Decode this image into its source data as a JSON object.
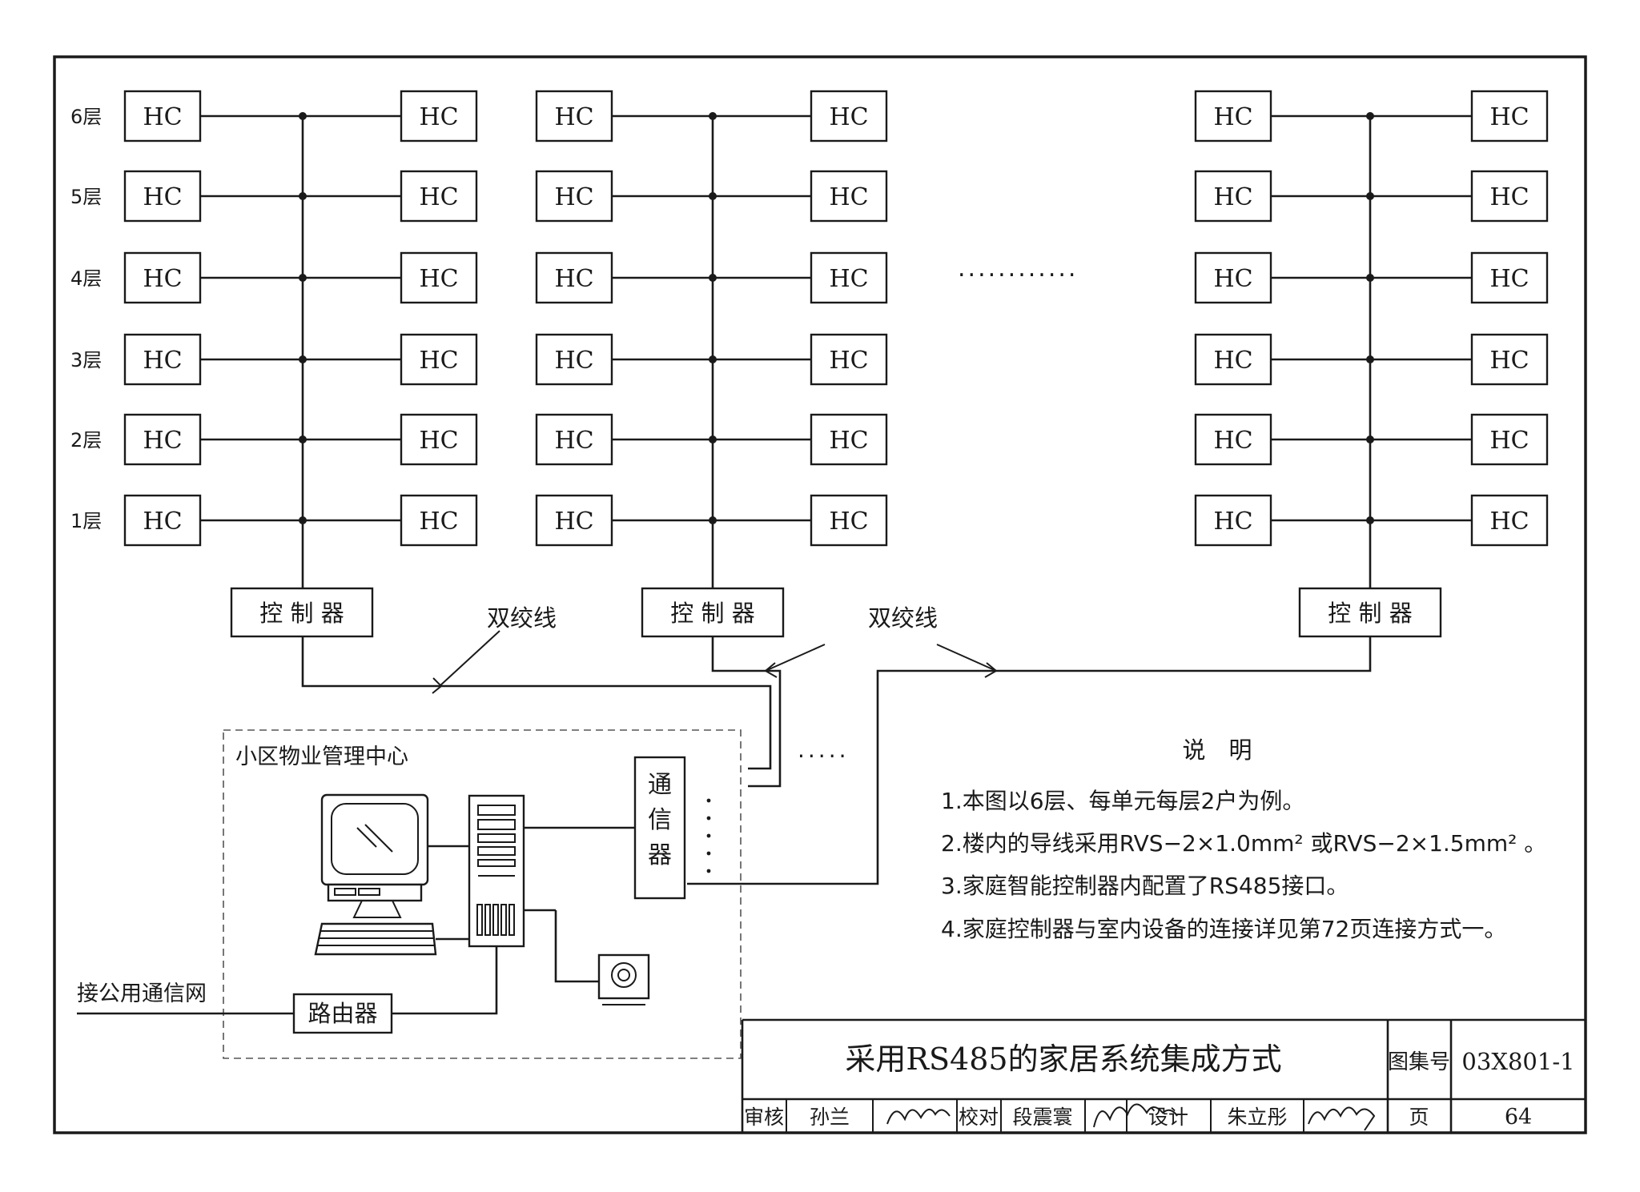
{
  "diagram": {
    "floor_labels": [
      "6层",
      "5层",
      "4层",
      "3层",
      "2层",
      "1层"
    ],
    "home_controller_label": "HC",
    "controller_label": "控 制 器",
    "twisted_pair_label": "双绞线",
    "ellipsis_between_units": "............",
    "ellipsis_more_units": ".....",
    "management_center_label": "小区物业管理中心",
    "communicator_label": "通信器",
    "router_label": "路由器",
    "public_network_label": "接公用通信网"
  },
  "notes": {
    "heading": "说　明",
    "items": [
      "1.本图以6层、每单元每层2户为例。",
      "2.楼内的导线采用RVS−2×1.0mm² 或RVS−2×1.5mm² 。",
      "3.家庭智能控制器内配置了RS485接口。",
      "4.家庭控制器与室内设备的连接详见第72页连接方式一。"
    ]
  },
  "title_block": {
    "title": "采用RS485的家居系统集成方式",
    "atlas_no_label": "图集号",
    "atlas_no": "03X801-1",
    "review_label": "审核",
    "reviewer": "孙兰",
    "check_label": "校对",
    "checker": "段震寰",
    "design_label": "设计",
    "designer": "朱立彤",
    "page_label": "页",
    "page_no": "64"
  }
}
